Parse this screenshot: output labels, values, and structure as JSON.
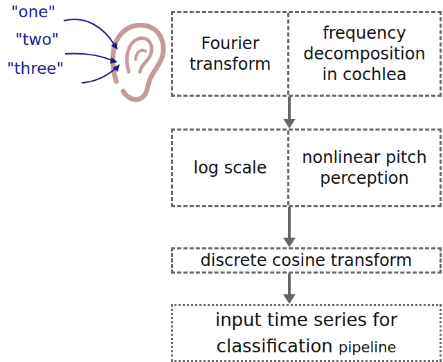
{
  "diagram": {
    "nodes": [
      {
        "text": [
          "Fourier transform",
          "frequency decomposition in cochlea"
        ]
      },
      {
        "text": [
          "log scale",
          "nonlinear pitch perception"
        ]
      },
      {
        "text": [
          "discrete cosine transform"
        ]
      },
      {
        "text": [
          "input time series for classification",
          "pipeline"
        ]
      }
    ],
    "edges": [
      {
        "from": 0,
        "to": 1,
        "arrow": "to"
      },
      {
        "from": 1,
        "to": 2,
        "arrow": "to"
      },
      {
        "from": 2,
        "to": 3,
        "arrow": "to"
      }
    ],
    "labels": [
      "\"one\"",
      "\"two\"",
      "\"three\""
    ]
  }
}
